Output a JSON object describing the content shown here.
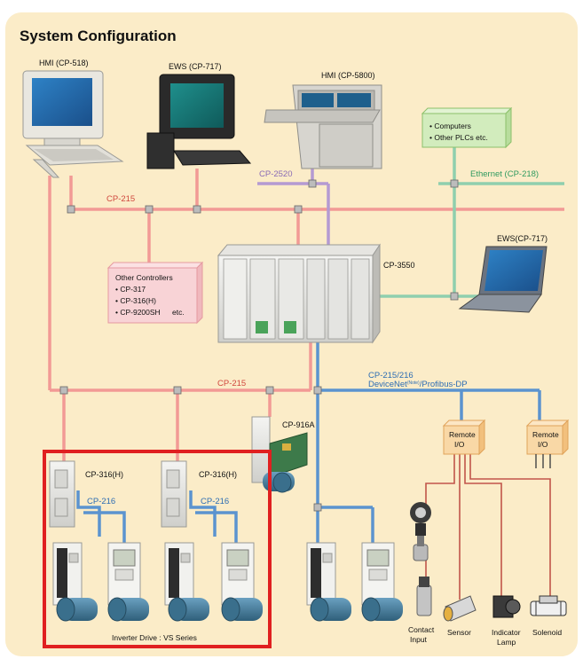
{
  "title": "System Configuration",
  "devices": {
    "hmi_518": "HMI (CP-518)",
    "ews_717_top": "EWS (CP-717)",
    "hmi_5800": "HMI (CP-5800)",
    "cp3550": "CP-3550",
    "ews_717_right": "EWS(CP-717)",
    "cp916a": "CP-916A",
    "cp316h_1": "CP-316(H)",
    "cp316h_2": "CP-316(H)",
    "remote_io_1": [
      "Remote",
      "I/O"
    ],
    "remote_io_2": [
      "Remote",
      "I/O"
    ]
  },
  "networks": {
    "cp215_top": "CP-215",
    "cp215_bottom": "CP-215",
    "cp2520": "CP-2520",
    "ethernet": "Ethernet (CP-218)",
    "fieldbus_line1": "CP-215/216",
    "fieldbus_line2_a": "DeviceNet",
    "fieldbus_line2_note": "(Note)",
    "fieldbus_line2_b": "/Profibus-DP",
    "cp216_1": "CP-216",
    "cp216_2": "CP-216"
  },
  "computers_box": [
    "• Computers",
    "• Other PLCs etc."
  ],
  "controllers_box": {
    "title": "Other Controllers",
    "items": [
      "• CP-317",
      "• CP-316(H)",
      "• CP-9200SH"
    ],
    "etc": "etc."
  },
  "inverter_caption": "Inverter Drive : VS Series",
  "io_devices": {
    "contact_input": [
      "Contact",
      "Input"
    ],
    "sensor": "Sensor",
    "indicator_lamp": [
      "Indicator",
      "Lamp"
    ],
    "solenoid": "Solenoid"
  },
  "colors": {
    "cp215": "#f29a95",
    "cp2520": "#b49ad2",
    "ethernet": "#8fcfae",
    "fieldbus": "#5b93cf",
    "io_wire": "#c1554a",
    "highlight": "#e02020",
    "panel": "#fbecc8"
  }
}
